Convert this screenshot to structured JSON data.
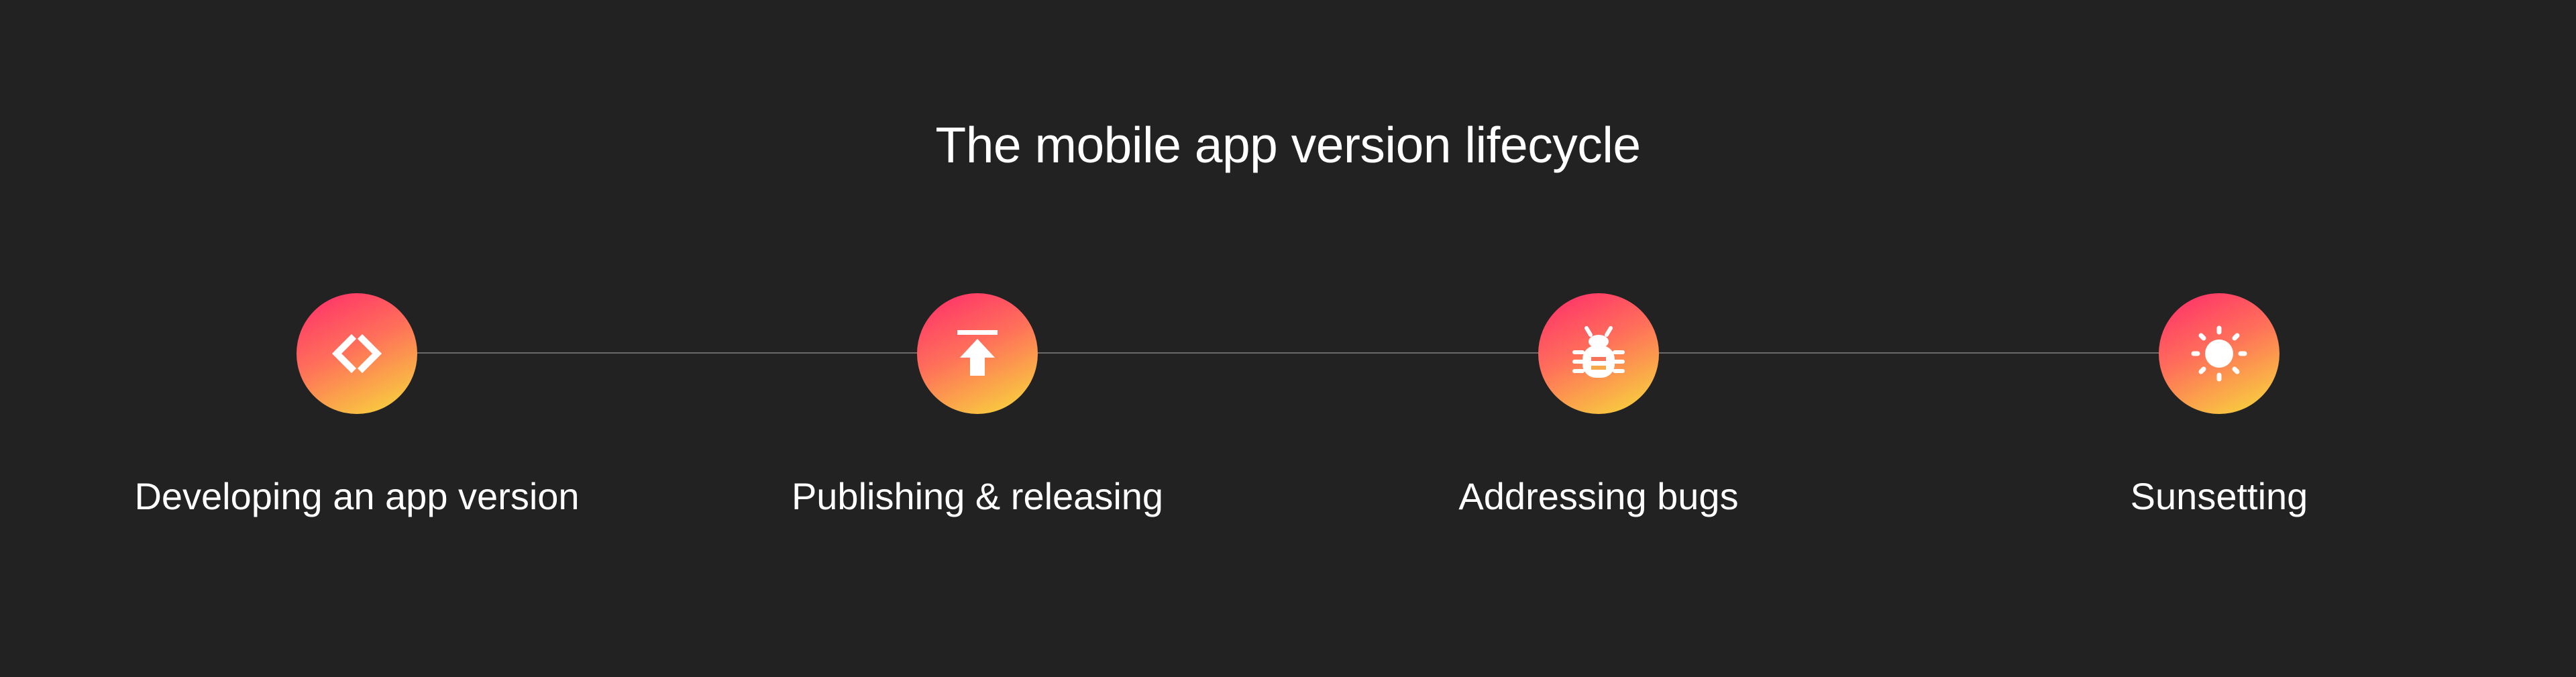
{
  "title": "The mobile app version lifecycle",
  "steps": [
    {
      "label": "Developing an app version",
      "icon": "code-icon"
    },
    {
      "label": "Publishing & releasing",
      "icon": "upload-icon"
    },
    {
      "label": "Addressing bugs",
      "icon": "bug-icon"
    },
    {
      "label": "Sunsetting",
      "icon": "sun-icon"
    }
  ],
  "colors": {
    "background": "#222222",
    "text": "#ffffff",
    "connector": "#6a6a6a",
    "gradient_start": "#ff2a6c",
    "gradient_mid": "#ff6f5a",
    "gradient_end": "#f7de3a"
  }
}
